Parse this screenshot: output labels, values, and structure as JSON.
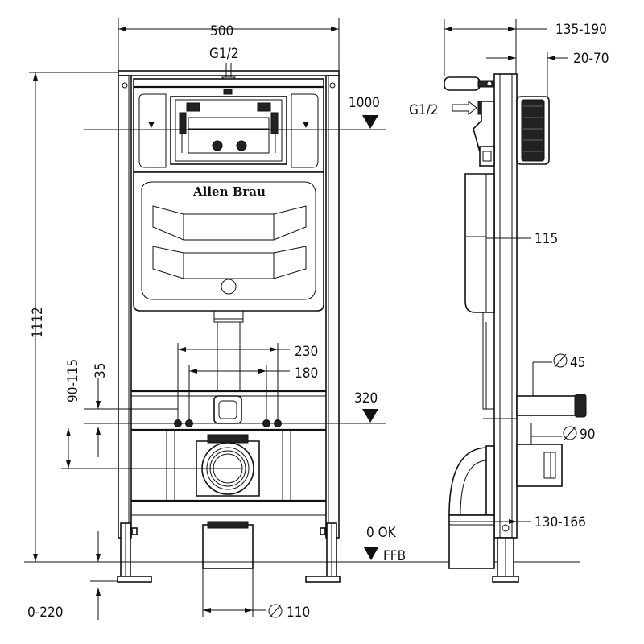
{
  "brand": "Allen Brau",
  "dimensions": {
    "width_top": "500",
    "g12_front": "G1/2",
    "depth_range": "135-190",
    "offset_range": "20-70",
    "g12_side": "G1/2",
    "height_1000": "1000",
    "depth_115": "115",
    "total_height": "1112",
    "width_230": "230",
    "width_180": "180",
    "dia_45": "45",
    "range_90_115": "90-115",
    "val_35": "35",
    "height_320": "320",
    "dia_90": "90",
    "range_130_166": "130-166",
    "zero_ok": "0 OK",
    "ffb": "FFB",
    "range_0_220": "0-220",
    "dia_110": "110"
  }
}
